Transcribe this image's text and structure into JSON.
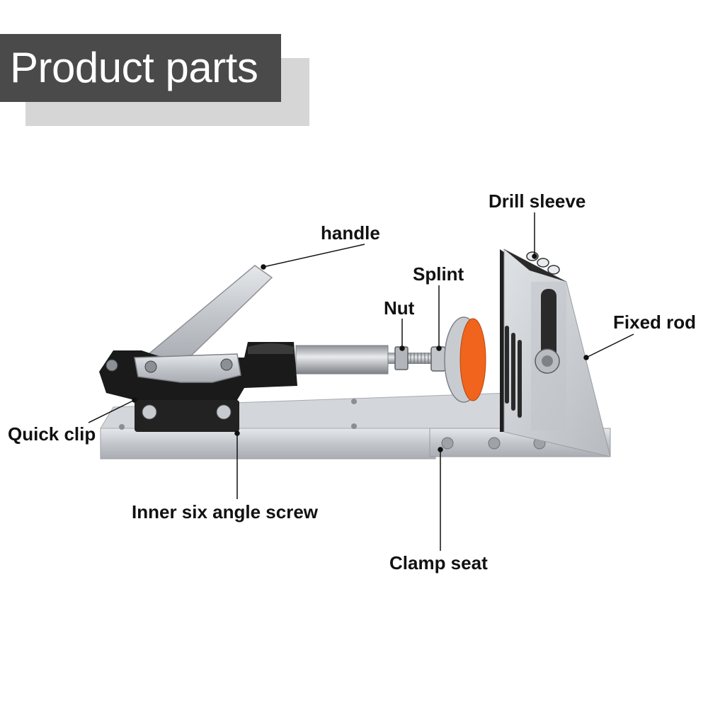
{
  "title": "Product parts",
  "labels": {
    "handle": "handle",
    "drill_sleeve": "Drill sleeve",
    "splint": "Splint",
    "nut": "Nut",
    "fixed_rod": "Fixed rod",
    "quick_clip": "Quick clip",
    "inner_screw": "Inner six angle screw",
    "clamp_seat": "Clamp seat"
  },
  "colors": {
    "title_bg": "#4a4a4a",
    "title_shadow": "#d6d6d6",
    "accent_orange": "#f0641e",
    "metal": "#c9cdd2",
    "clamp_black": "#1a1a1a"
  }
}
